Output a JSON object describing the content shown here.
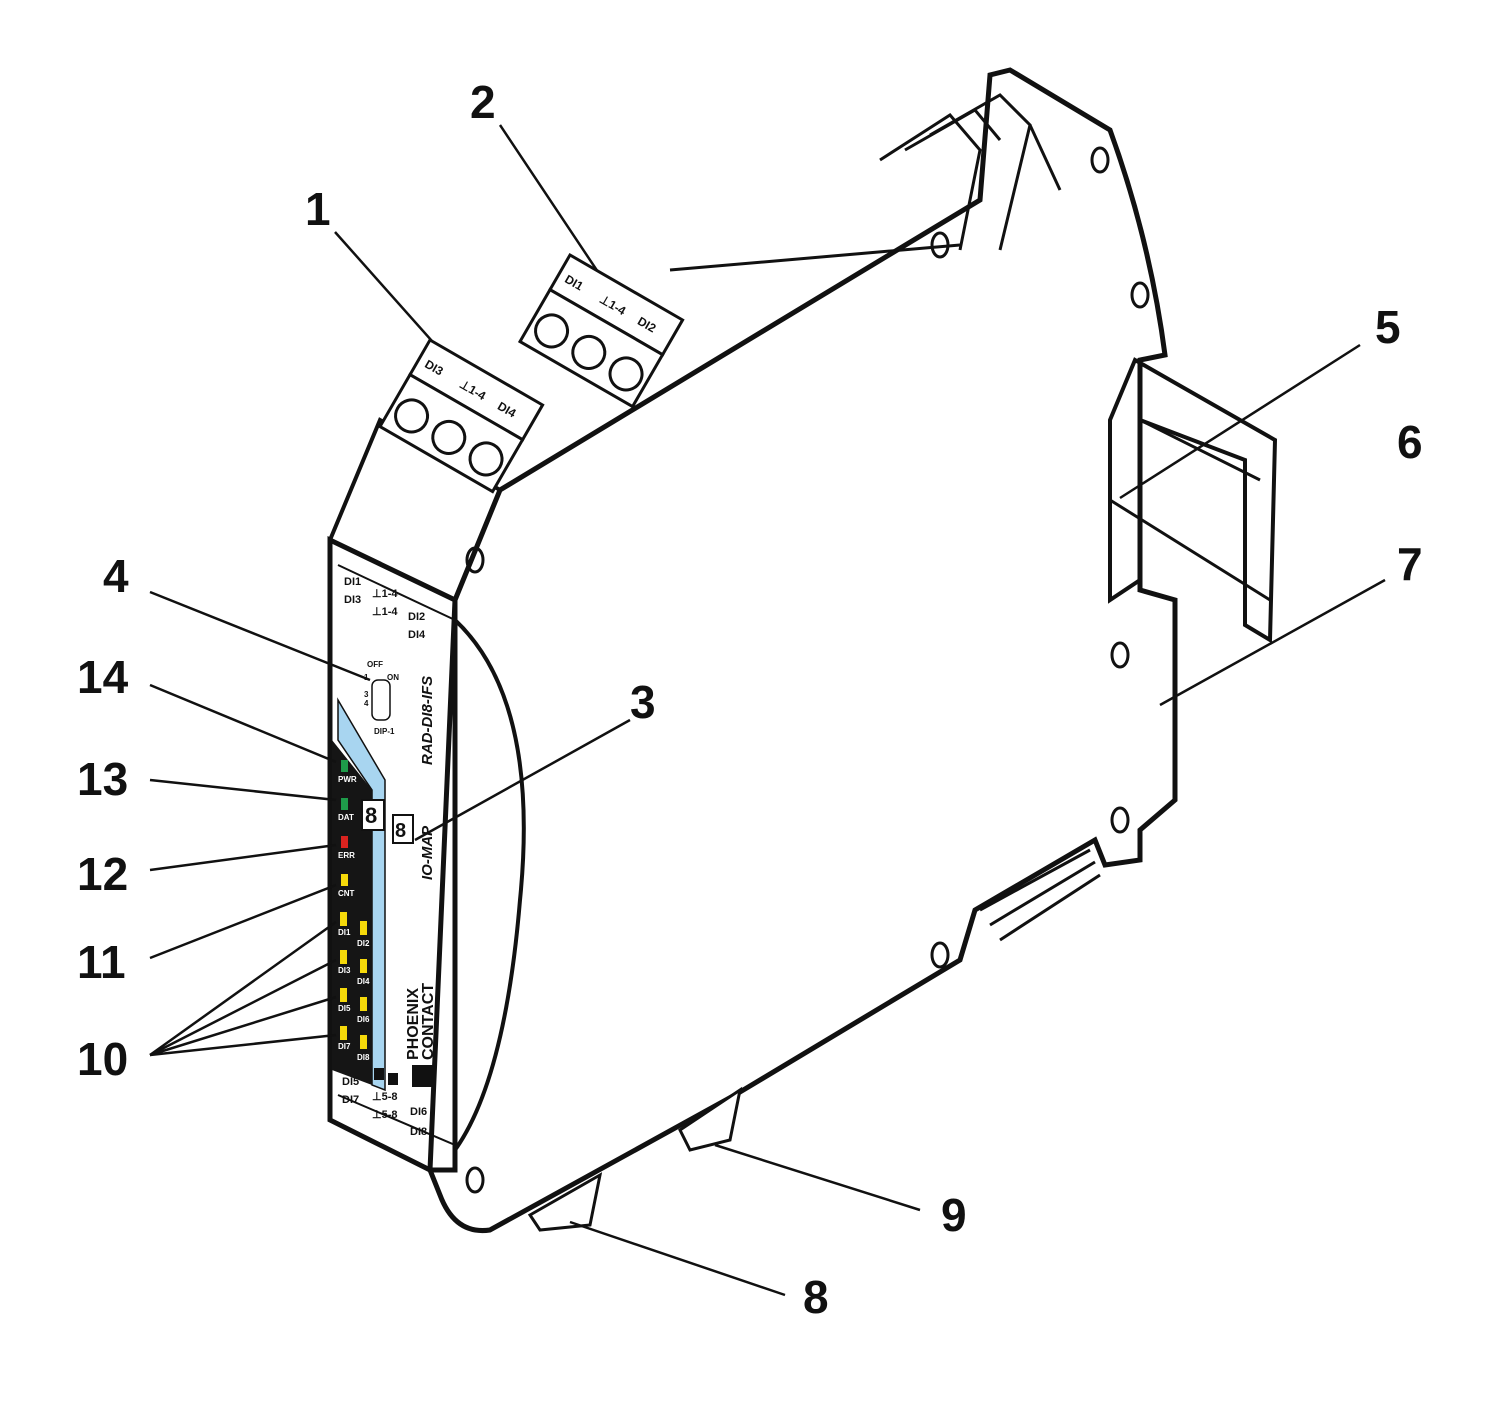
{
  "callouts": [
    "1",
    "2",
    "3",
    "4",
    "5",
    "6",
    "7",
    "8",
    "9",
    "10",
    "11",
    "12",
    "13",
    "14"
  ],
  "front_panel": {
    "top_labels": [
      "DI1",
      "DI3",
      "⊥1-4",
      "⊥1-4",
      "DI2",
      "DI4"
    ],
    "dip": {
      "off": "OFF",
      "on": "ON",
      "positions": [
        "1",
        "3",
        "4"
      ],
      "name": "DIP-1"
    },
    "model": "RAD-DI8-IFS",
    "leds": [
      {
        "label": "PWR",
        "color": "#1e9b4a"
      },
      {
        "label": "DAT",
        "color": "#1e9b4a"
      },
      {
        "label": "ERR",
        "color": "#d9231f"
      },
      {
        "label": "CNT",
        "color": "#f5d90a"
      },
      {
        "label": "DI1",
        "color": "#f5d90a"
      },
      {
        "label": "DI2",
        "color": "#f5d90a"
      },
      {
        "label": "DI3",
        "color": "#f5d90a"
      },
      {
        "label": "DI4",
        "color": "#f5d90a"
      },
      {
        "label": "DI5",
        "color": "#f5d90a"
      },
      {
        "label": "DI6",
        "color": "#f5d90a"
      },
      {
        "label": "DI7",
        "color": "#f5d90a"
      },
      {
        "label": "DI8",
        "color": "#f5d90a"
      }
    ],
    "rotary_digit": "8",
    "io_map": "IO-MAP",
    "brand_line1": "PHOENIX",
    "brand_line2": "CONTACT",
    "bottom_labels": [
      "DI5",
      "DI7",
      "⊥5-8",
      "⊥5-8",
      "DI6",
      "DI8"
    ],
    "accent_color": "#a8d5f0"
  },
  "terminals": {
    "front_block": [
      "DI3",
      "⊥1-4",
      "DI4"
    ],
    "rear_block": [
      "DI1",
      "⊥1-4",
      "DI2"
    ]
  }
}
